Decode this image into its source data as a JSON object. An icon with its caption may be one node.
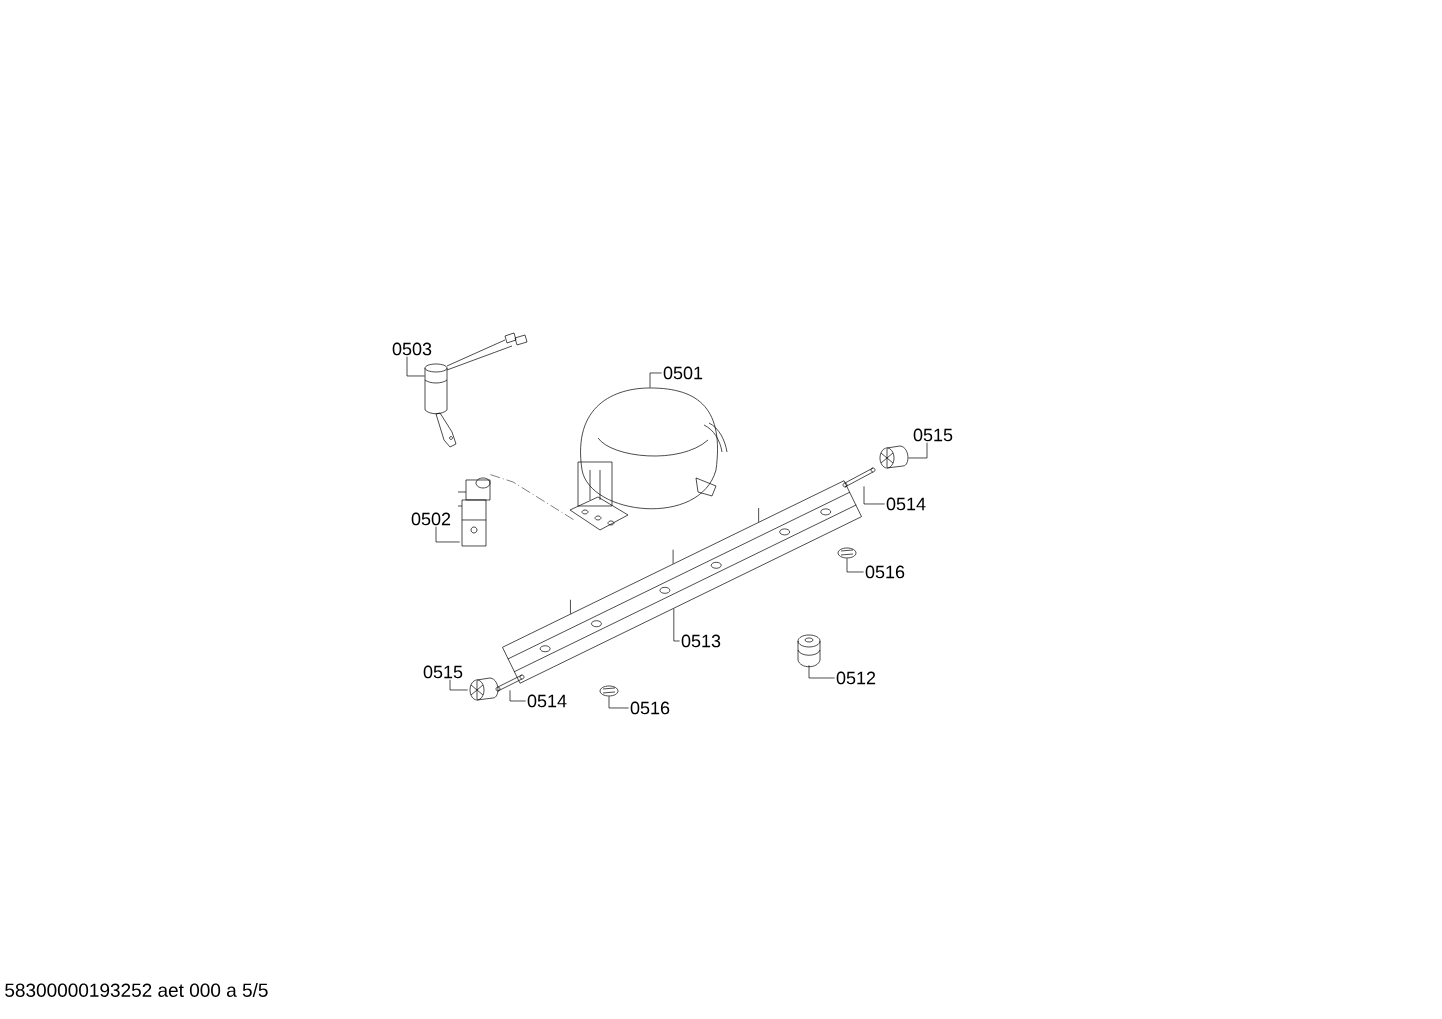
{
  "diagram": {
    "nodes": [
      {
        "text": [
          "0503"
        ]
      },
      {
        "text": [
          "0501"
        ]
      },
      {
        "text": [
          "0515"
        ]
      },
      {
        "text": [
          "0514"
        ]
      },
      {
        "text": [
          "0516"
        ]
      },
      {
        "text": [
          "0502"
        ]
      },
      {
        "text": [
          "0513"
        ]
      },
      {
        "text": [
          "0512"
        ]
      },
      {
        "text": [
          "0515"
        ]
      },
      {
        "text": [
          "0514"
        ]
      },
      {
        "text": [
          "0516"
        ]
      },
      {
        "text": [],
        "shape": "picture"
      },
      {
        "text": [],
        "shape": "picture"
      },
      {
        "text": [],
        "shape": "picture"
      },
      {
        "text": [],
        "shape": "picture"
      },
      {
        "text": [],
        "shape": "picture"
      },
      {
        "text": [],
        "shape": "picture"
      },
      {
        "text": [],
        "shape": "picture"
      },
      {
        "text": [],
        "shape": "picture"
      },
      {
        "text": [],
        "shape": "picture"
      },
      {
        "text": [],
        "shape": "picture"
      },
      {
        "text": [],
        "shape": "picture"
      }
    ],
    "edges": [
      {
        "from": 0,
        "to": 11,
        "arrow": "none"
      },
      {
        "from": 1,
        "to": 12,
        "arrow": "none"
      },
      {
        "from": 2,
        "to": 14,
        "arrow": "none"
      },
      {
        "from": 3,
        "to": 15,
        "arrow": "none"
      },
      {
        "from": 4,
        "to": 16,
        "arrow": "none"
      },
      {
        "from": 5,
        "to": 13,
        "arrow": "none"
      },
      {
        "from": 6,
        "to": 17,
        "arrow": "none"
      },
      {
        "from": 7,
        "to": 18,
        "arrow": "none"
      },
      {
        "from": 8,
        "to": 19,
        "arrow": "none"
      },
      {
        "from": 9,
        "to": 20,
        "arrow": "none"
      },
      {
        "from": 10,
        "to": 21,
        "arrow": "none"
      },
      {
        "from": 13,
        "to": 12,
        "arrow": "none",
        "style": "dashed"
      }
    ],
    "labels": [
      "58300000193252 aet 000 a 5/5"
    ]
  }
}
